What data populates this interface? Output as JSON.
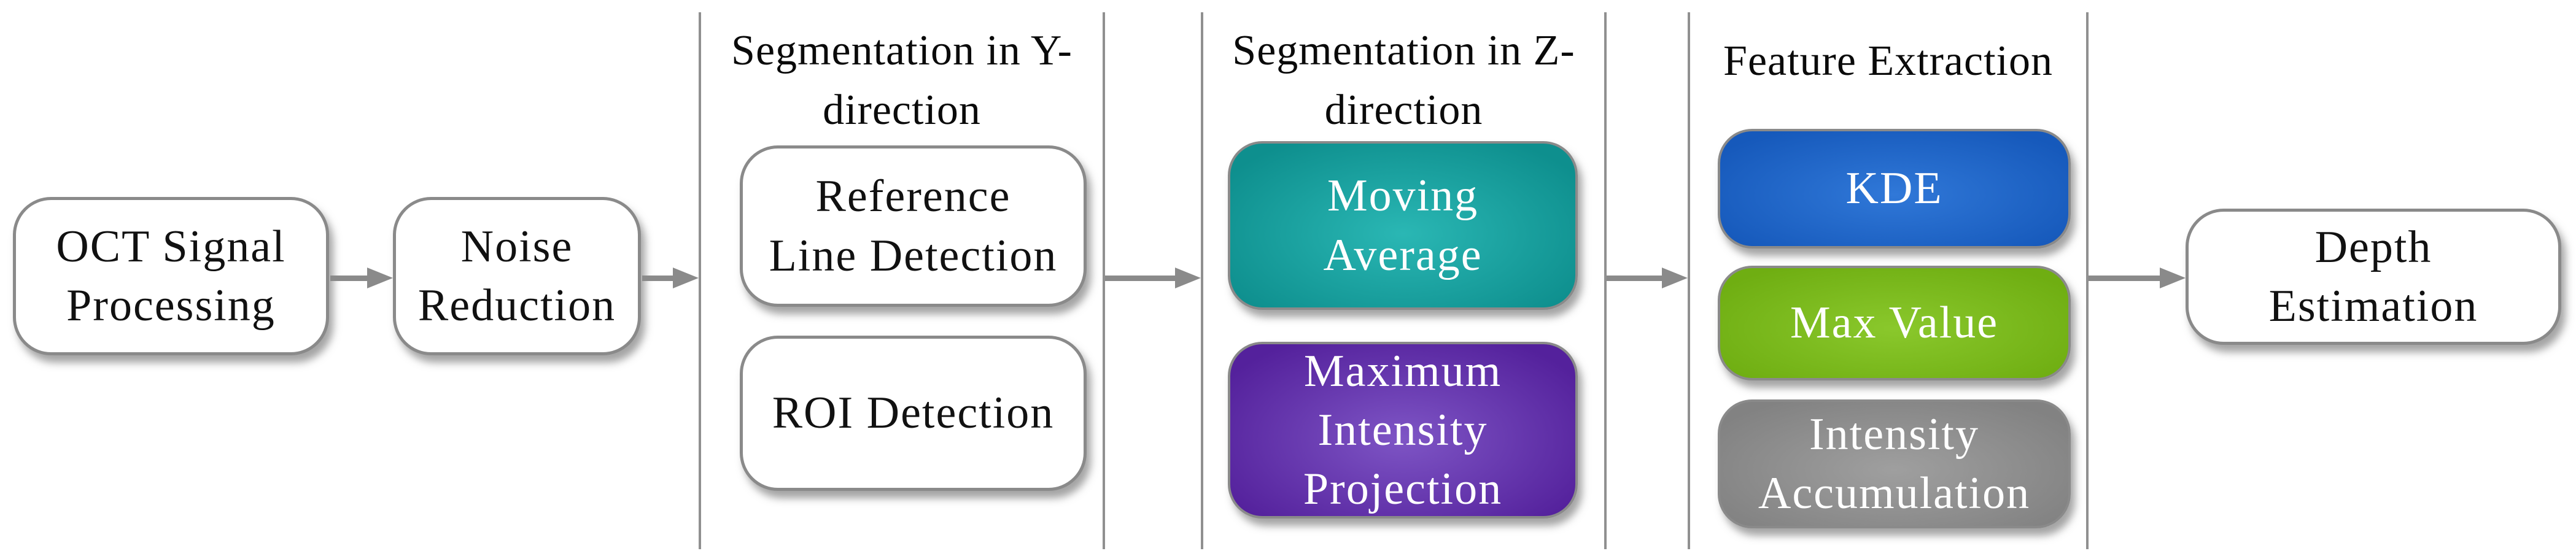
{
  "diagram": {
    "nodes": {
      "oct": {
        "label": "OCT Signal\nProcessing"
      },
      "noise": {
        "label": "Noise\nReduction"
      },
      "depth": {
        "label": "Depth\nEstimation"
      }
    },
    "groups": [
      {
        "title": "Segmentation in Y-\ndirection",
        "items": [
          {
            "label": "Reference\nLine Detection",
            "color": "white"
          },
          {
            "label": "ROI Detection",
            "color": "white"
          }
        ]
      },
      {
        "title": "Segmentation in Z-\ndirection",
        "items": [
          {
            "label": "Moving\nAverage",
            "color": "#0e8f8e"
          },
          {
            "label": "Maximum\nIntensity\nProjection",
            "color": "#54219c"
          }
        ]
      },
      {
        "title": "Feature Extraction",
        "items": [
          {
            "label": "KDE",
            "color": "#1659bb"
          },
          {
            "label": "Max Value",
            "color": "#6fae12"
          },
          {
            "label": "Intensity\nAccumulation",
            "color": "#828282"
          }
        ]
      }
    ],
    "colors": {
      "node_border": "#8a8a8a",
      "arrow": "#8a8a8a",
      "group_border": "#909090",
      "teal": "#0e8f8e",
      "purple": "#54219c",
      "blue": "#1659bb",
      "green": "#6fae12",
      "gray": "#828282",
      "text_dark": "#111111",
      "text_light": "#ffffff"
    },
    "arrow_count": "5"
  }
}
